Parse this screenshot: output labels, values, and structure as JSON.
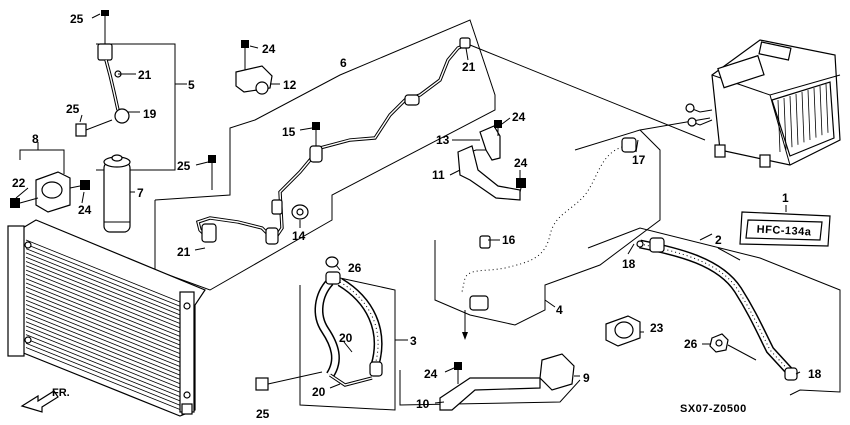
{
  "diagram": {
    "callouts": [
      {
        "id": "c25a",
        "label": "25"
      },
      {
        "id": "c5",
        "label": "5"
      },
      {
        "id": "c21a",
        "label": "21"
      },
      {
        "id": "c19",
        "label": "19"
      },
      {
        "id": "c25b",
        "label": "25"
      },
      {
        "id": "c8",
        "label": "8"
      },
      {
        "id": "c22",
        "label": "22"
      },
      {
        "id": "c24a",
        "label": "24"
      },
      {
        "id": "c7",
        "label": "7"
      },
      {
        "id": "c24b",
        "label": "24"
      },
      {
        "id": "c12",
        "label": "12"
      },
      {
        "id": "c6",
        "label": "6"
      },
      {
        "id": "c15",
        "label": "15"
      },
      {
        "id": "c25c",
        "label": "25"
      },
      {
        "id": "c21b",
        "label": "21"
      },
      {
        "id": "c14",
        "label": "14"
      },
      {
        "id": "c21c",
        "label": "21"
      },
      {
        "id": "c24c",
        "label": "24"
      },
      {
        "id": "c13",
        "label": "13"
      },
      {
        "id": "c24d",
        "label": "24"
      },
      {
        "id": "c11",
        "label": "11"
      },
      {
        "id": "c17",
        "label": "17"
      },
      {
        "id": "c1",
        "label": "1"
      },
      {
        "id": "c16",
        "label": "16"
      },
      {
        "id": "c2",
        "label": "2"
      },
      {
        "id": "c18a",
        "label": "18"
      },
      {
        "id": "c4",
        "label": "4"
      },
      {
        "id": "c26a",
        "label": "26"
      },
      {
        "id": "c3",
        "label": "3"
      },
      {
        "id": "c20a",
        "label": "20"
      },
      {
        "id": "c20b",
        "label": "20"
      },
      {
        "id": "c25d",
        "label": "25"
      },
      {
        "id": "c23",
        "label": "23"
      },
      {
        "id": "c26b",
        "label": "26"
      },
      {
        "id": "c18b",
        "label": "18"
      },
      {
        "id": "c24e",
        "label": "24"
      },
      {
        "id": "c9",
        "label": "9"
      },
      {
        "id": "c10",
        "label": "10"
      }
    ],
    "direction_label": "FR.",
    "drawing_code": "SX07-Z0500",
    "decal_text": "HFC-134a"
  }
}
